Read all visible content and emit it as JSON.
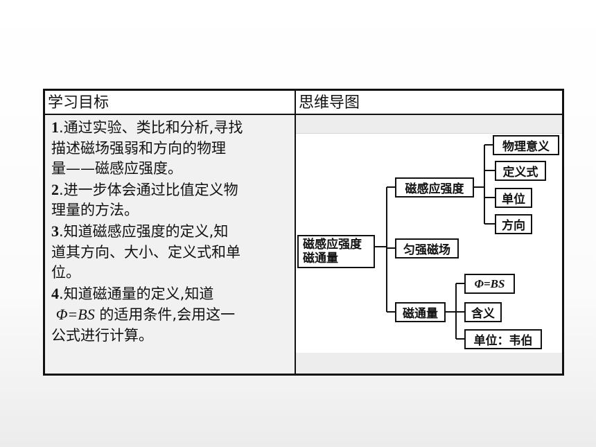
{
  "table": {
    "left_header": "学习目标",
    "right_header": "思维导图"
  },
  "objectives": [
    {
      "num": "1",
      "lines": [
        "通过实验、类比和分析,寻找",
        "描述磁场强弱和方向的物理",
        "量——磁感应强度。"
      ]
    },
    {
      "num": "2",
      "lines": [
        "进一步体会通过比值定义物",
        "理量的方法。"
      ]
    },
    {
      "num": "3",
      "lines": [
        "知道磁感应强度的定义,知",
        "道其方向、大小、定义式和单",
        "位。"
      ]
    },
    {
      "num": "4",
      "lines": [
        "知道磁通量的定义,知道"
      ],
      "formula": "Φ=BS",
      "after_formula": " 的适用条件,会用这一",
      "tail": "公式进行计算。"
    }
  ],
  "mindmap": {
    "root": {
      "line1": "磁感应强度",
      "line2": "磁通量"
    },
    "branch_b": {
      "label": "磁感应强度",
      "children": [
        "物理意义",
        "定义式",
        "单位",
        "方向"
      ]
    },
    "branch_uniform": {
      "label": "匀强磁场"
    },
    "branch_flux": {
      "label": "磁通量",
      "children": [
        "Φ=BS",
        "含义",
        "单位：韦伯"
      ]
    }
  }
}
